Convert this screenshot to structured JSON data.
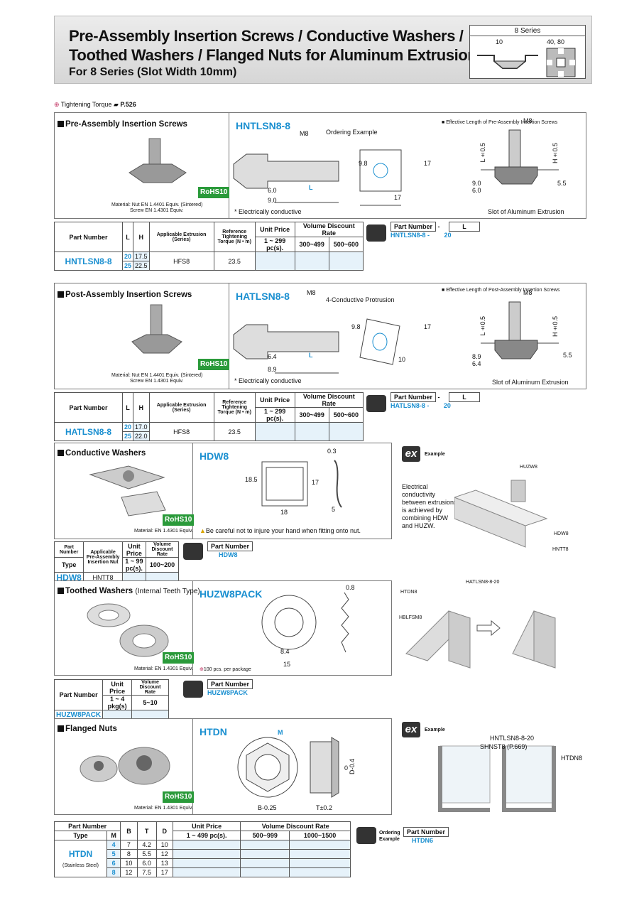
{
  "header": {
    "title1": "Pre-Assembly Insertion Screws / Conductive Washers /",
    "title2": "Toothed Washers / Flanged Nuts for Aluminum Extrusions",
    "subtitle": "For 8 Series (Slot Width 10mm)",
    "series_label": "8 Series",
    "dim_slot": "10",
    "dim_sizes": "40, 80"
  },
  "torque": {
    "text": "Tightening Torque",
    "page": "P.526"
  },
  "s1": {
    "title": "Pre-Assembly Insertion Screws",
    "part": "HNTLSN8-8",
    "ordering": "Ordering Example",
    "m8": "M8",
    "d98": "9.8",
    "d17a": "17",
    "d17b": "17",
    "d60": "6.0",
    "d90": "9.0",
    "L": "L",
    "note": "* Electrically conductive",
    "mat1": "Material:",
    "mat2": "Nut",
    "mat3": "EN 1.4401 Equiv. (Sintered)",
    "mat4": "Screw",
    "mat5": "EN 1.4301 Equiv.",
    "rohs": "RoHS10",
    "eff": "Effective Length of Pre-Assembly Insertion Screws",
    "eff_m8": "M8",
    "lpm": "L±0.5",
    "hpm": "H±0.5",
    "d90b": "9.0",
    "d60b": "6.0",
    "d55": "5.5",
    "slot": "Slot of Aluminum Extrusion",
    "th_part": "Part Number",
    "th_L": "L",
    "th_H": "H",
    "th_app": "Applicable Extrusion (Series)",
    "th_ref": "Reference Tightening Torque (N • m)",
    "th_up": "Unit Price",
    "th_up2": "1 ~ 299 pc(s).",
    "th_vd": "Volume Discount Rate",
    "th_vd1": "300~499",
    "th_vd2": "500~600",
    "pn": "HNTLSN8-8",
    "L1": "20",
    "L2": "25",
    "H1": "17.5",
    "H2": "22.5",
    "app": "HFS8",
    "ref": "23.5",
    "o_label": "Part Number",
    "o_dash": "-",
    "o_L": "L",
    "o_val1": "HNTLSN8-8",
    "o_val2": "-",
    "o_val3": "20"
  },
  "s2": {
    "title": "Post-Assembly Insertion Screws",
    "part": "HATLSN8-8",
    "m8": "M8",
    "prot": "4-Conductive Protrusion",
    "d98": "9.8",
    "d17": "17",
    "d10": "10",
    "d64": "6.4",
    "d89": "8.9",
    "L": "L",
    "note": "* Electrically conductive",
    "mat1": "Material:",
    "mat2": "Nut",
    "mat3": "EN 1.4401 Equiv. (Sintered)",
    "mat4": "Screw",
    "mat5": "EN 1.4301 Equiv.",
    "rohs": "RoHS10",
    "eff": "Effective Length of Post-Assembly Insertion Screws",
    "eff_m8": "M8",
    "lpm": "L±0.5",
    "hpm": "H±0.5",
    "d89b": "8.9",
    "d64b": "6.4",
    "d55": "5.5",
    "slot": "Slot of Aluminum Extrusion",
    "th_part": "Part Number",
    "th_L": "L",
    "th_H": "H",
    "th_app": "Applicable Extrusion (Series)",
    "th_ref": "Reference Tightening Torque (N • m)",
    "th_up": "Unit Price",
    "th_up2": "1 ~ 299 pc(s).",
    "th_vd": "Volume Discount Rate",
    "th_vd1": "300~499",
    "th_vd2": "500~600",
    "pn": "HATLSN8-8",
    "L1": "20",
    "L2": "25",
    "H1": "17.0",
    "H2": "22.0",
    "app": "HFS8",
    "ref": "23.5",
    "o_label": "Part Number",
    "o_dash": "-",
    "o_L": "L",
    "o_val1": "HATLSN8-8",
    "o_val2": "-",
    "o_val3": "20"
  },
  "s3": {
    "title": "Conductive Washers",
    "part": "HDW8",
    "d185": "18.5",
    "d17": "17",
    "d18": "18",
    "d03": "0.3",
    "d5": "5",
    "warn": "Be careful not to injure your hand when fitting onto nut.",
    "mat": "Material: EN 1.4301 Equiv.",
    "rohs": "RoHS10",
    "ex": "ex",
    "example": "Example",
    "desc1": "Electrical",
    "desc2": "conductivity",
    "desc3": "between extrusions",
    "desc4": "is achieved by",
    "desc5": "combining HDW",
    "desc6": "and HUZW.",
    "huzw": "HUZW8",
    "hdw": "HDW8",
    "hntt": "HNTT8",
    "th_part": "Part Number",
    "th_type": "Type",
    "th_app": "Applicable Pre-Assembly Insertion Nut",
    "th_up": "Unit Price",
    "th_up2": "1 ~ 99 pc(s).",
    "th_vd": "Volume Discount Rate",
    "th_vd1": "100~200",
    "pn": "HDW8",
    "app": "HNTT8",
    "o_label": "Part Number",
    "o_val": "HDW8"
  },
  "s4": {
    "title": "Toothed Washers",
    "title_sub": "(Internal Teeth Type)",
    "part": "HUZW8PACK",
    "d08": "0.8",
    "d84": "8.4",
    "d15": "15",
    "pkg": "100 pcs. per package",
    "mat": "Material: EN 1.4301 Equiv.",
    "rohs": "RoHS10",
    "htdn": "HTDN8",
    "hatl": "HATLSN8-8-20",
    "hblf": "HBLFSM8",
    "th_part": "Part Number",
    "th_up": "Unit Price",
    "th_up2": "1 ~ 4 pkg(s)",
    "th_vd": "Volume Discount Rate",
    "th_vd1": "5~10",
    "pn": "HUZW8PACK",
    "o_label": "Part Number",
    "o_val": "HUZW8PACK"
  },
  "s5": {
    "title": "Flanged Nuts",
    "part": "HTDN",
    "M": "M",
    "D": "D-0.4",
    "B": "B-0.25",
    "T": "T±0.2",
    "D0": "0",
    "mat": "Material: EN 1.4301 Equiv.",
    "rohs": "RoHS10",
    "ex": "ex",
    "example": "Example",
    "hntl": "HNTLSN8-8-20",
    "shn": "SHNST8 (P.669)",
    "htdn8": "HTDN8",
    "th_part": "Part Number",
    "th_type": "Type",
    "th_M": "M",
    "th_B": "B",
    "th_T": "T",
    "th_D": "D",
    "th_up": "Unit Price",
    "th_up2": "1 ~ 499 pc(s).",
    "th_vd": "Volume Discount Rate",
    "th_vd1": "500~999",
    "th_vd2": "1000~1500",
    "pn": "HTDN",
    "pn_sub": "(Stainless Steel)",
    "rows": [
      {
        "M": "4",
        "B": "7",
        "T": "4.2",
        "D": "10"
      },
      {
        "M": "5",
        "B": "8",
        "T": "5.5",
        "D": "12"
      },
      {
        "M": "6",
        "B": "10",
        "T": "6.0",
        "D": "13"
      },
      {
        "M": "8",
        "B": "12",
        "T": "7.5",
        "D": "17"
      }
    ],
    "ord": "Ordering Example",
    "o_label": "Part Number",
    "o_val": "HTDN6"
  }
}
